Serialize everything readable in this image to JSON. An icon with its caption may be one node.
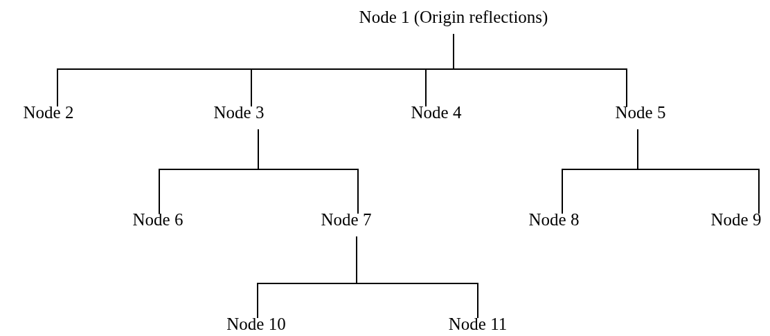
{
  "diagram": {
    "nodes": [
      {
        "text": [
          "Node 1 (Origin reflections)"
        ]
      },
      {
        "text": [
          "Node 2"
        ]
      },
      {
        "text": [
          "Node 3"
        ]
      },
      {
        "text": [
          "Node 4"
        ]
      },
      {
        "text": [
          "Node 5"
        ]
      },
      {
        "text": [
          "Node 6"
        ]
      },
      {
        "text": [
          "Node 7"
        ]
      },
      {
        "text": [
          "Node 8"
        ]
      },
      {
        "text": [
          "Node 9"
        ]
      },
      {
        "text": [
          "Node 10"
        ]
      },
      {
        "text": [
          "Node 11"
        ]
      }
    ],
    "edges": [
      {
        "from": 0,
        "to": 1,
        "arrow": "none"
      },
      {
        "from": 0,
        "to": 2,
        "arrow": "none"
      },
      {
        "from": 0,
        "to": 3,
        "arrow": "none"
      },
      {
        "from": 0,
        "to": 4,
        "arrow": "none"
      },
      {
        "from": 2,
        "to": 5,
        "arrow": "none"
      },
      {
        "from": 2,
        "to": 6,
        "arrow": "none"
      },
      {
        "from": 4,
        "to": 7,
        "arrow": "none"
      },
      {
        "from": 4,
        "to": 8,
        "arrow": "none"
      },
      {
        "from": 6,
        "to": 9,
        "arrow": "none"
      },
      {
        "from": 6,
        "to": 10,
        "arrow": "none"
      }
    ]
  }
}
